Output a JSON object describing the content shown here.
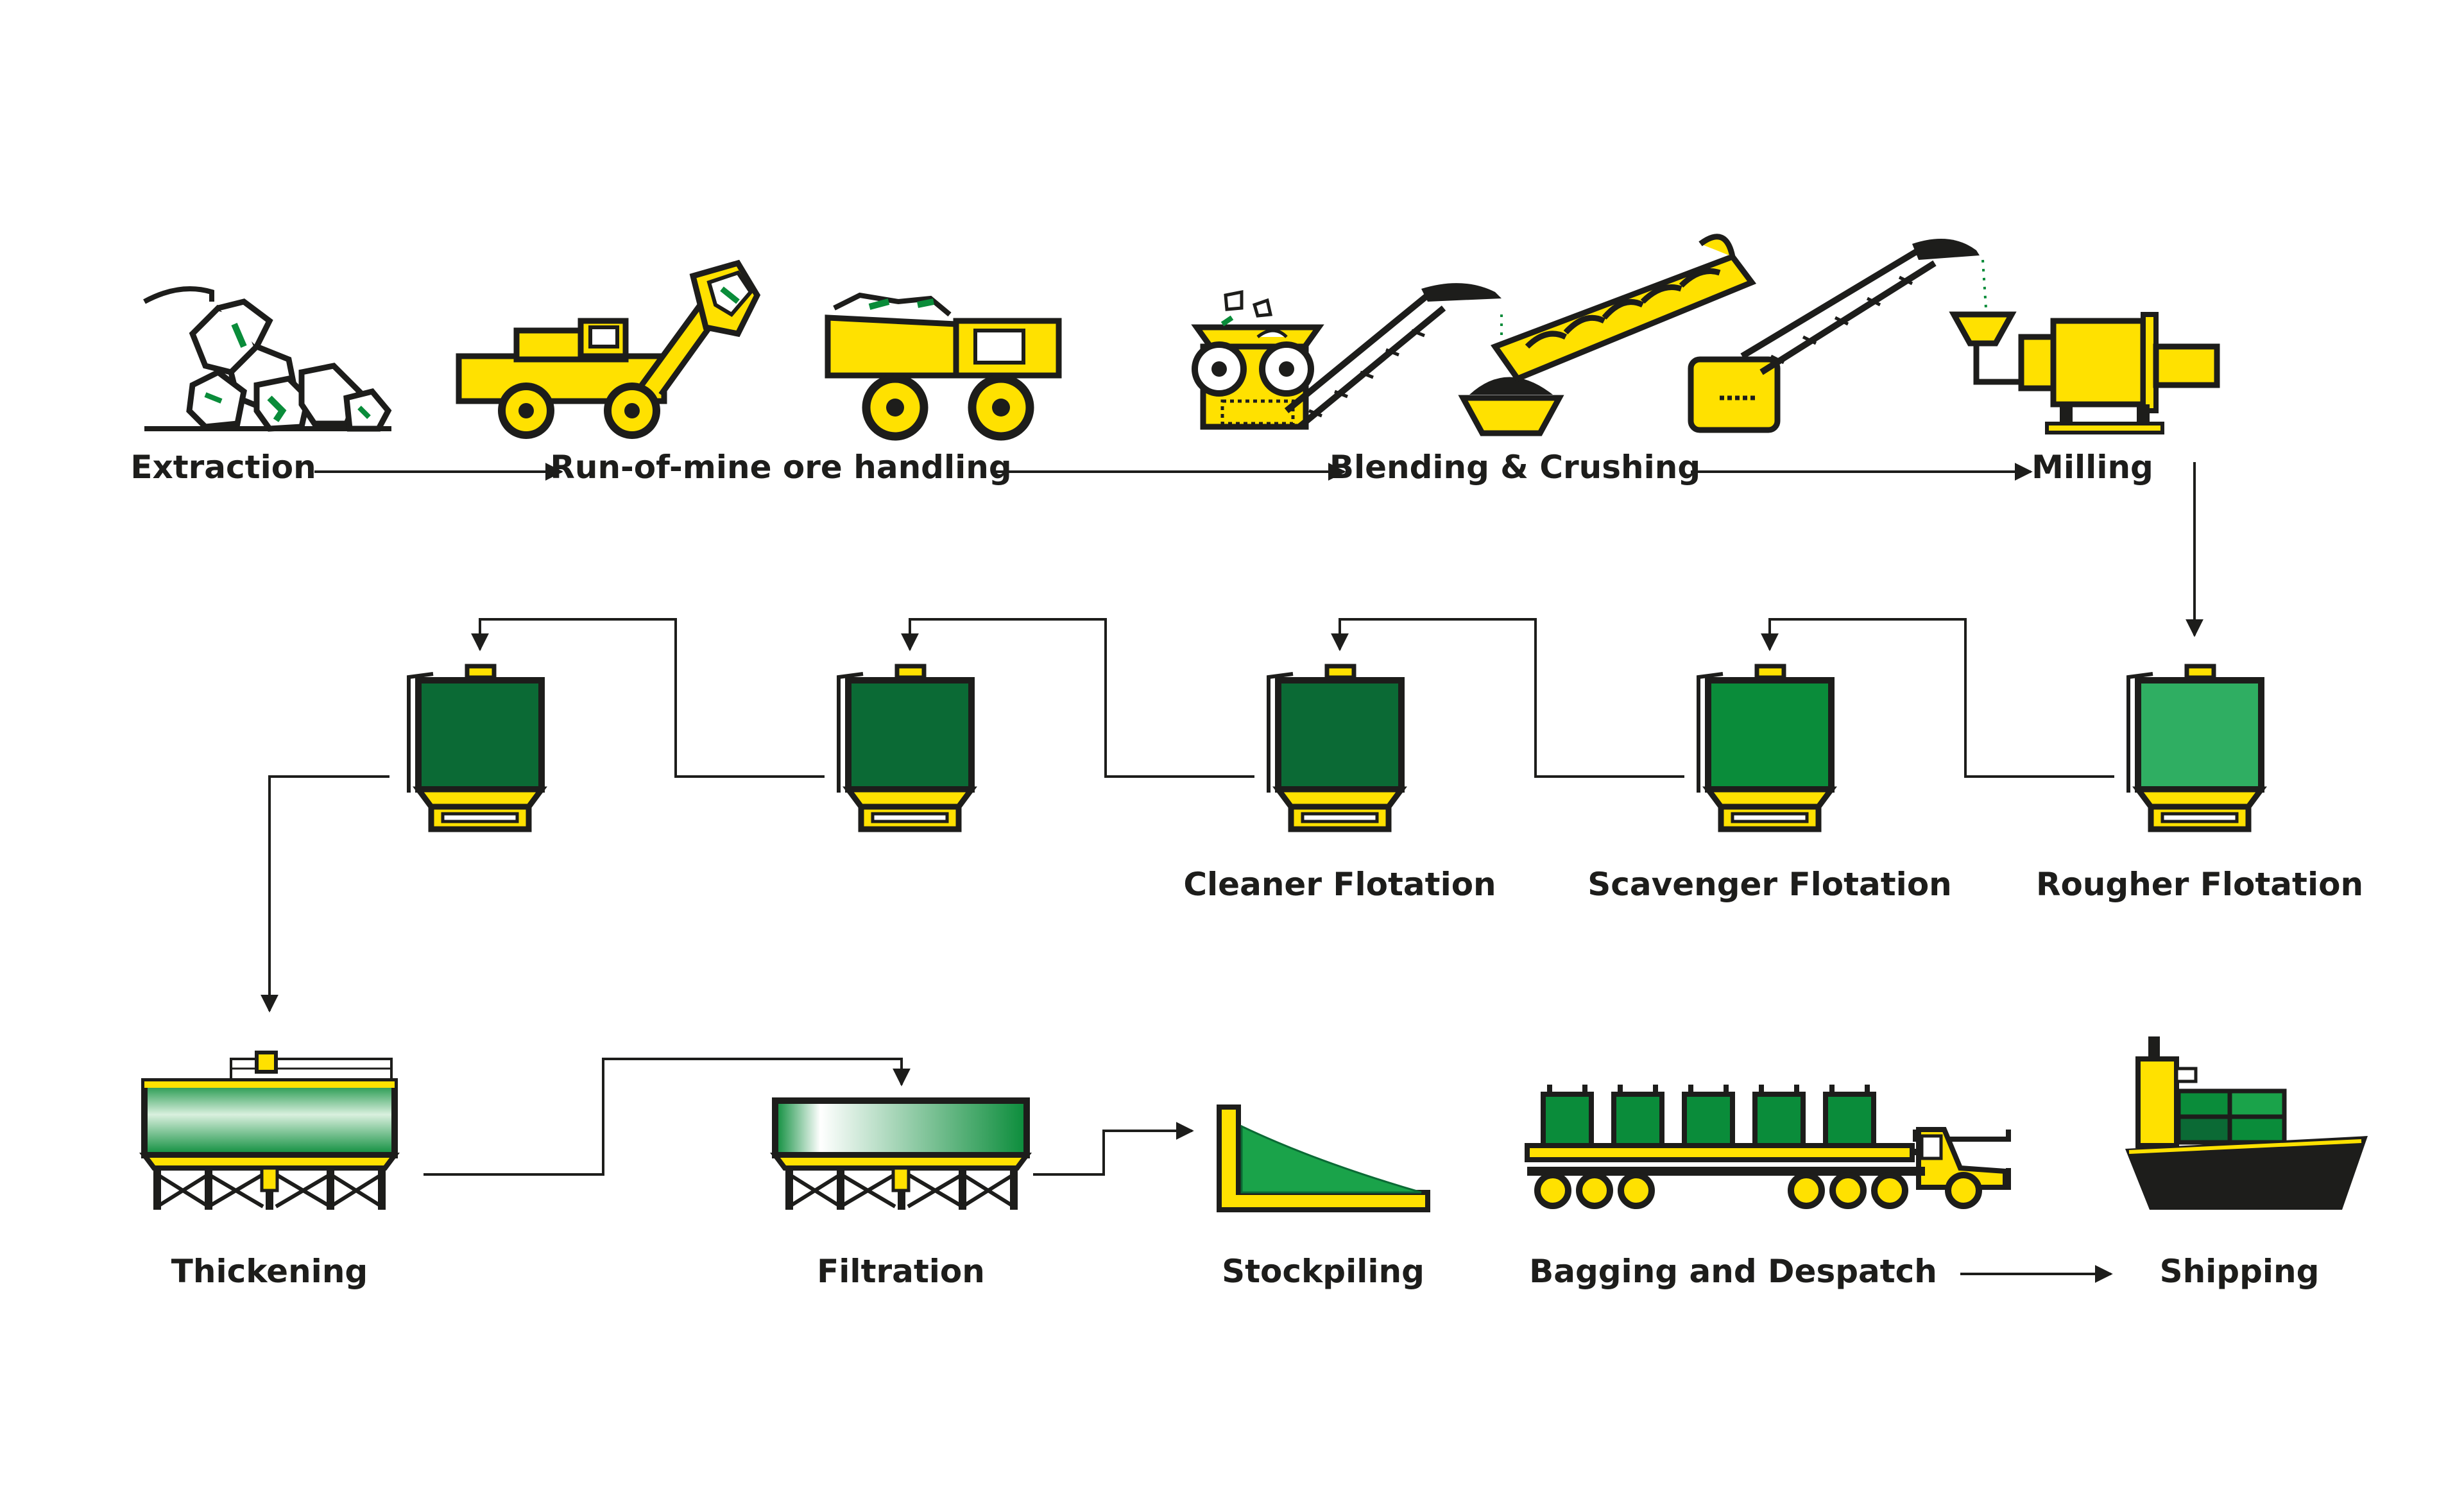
{
  "labels": {
    "extraction": "Extraction",
    "rom": "Run-of-mine ore handling",
    "blending": "Blending & Crushing",
    "milling": "Milling",
    "cleaner": "Cleaner Flotation",
    "scavenger": "Scavenger Flotation",
    "rougher": "Rougher Flotation",
    "thickening": "Thickening",
    "filtration": "Filtration",
    "stockpiling": "Stockpiling",
    "bagging": "Bagging and Despatch",
    "shipping": "Shipping"
  },
  "colors": {
    "yellow": "#ffe100",
    "outline": "#1d1d1b",
    "green_dark": "#0b6a35",
    "green_mid": "#0a8c3a",
    "green_light": "#2fae62",
    "green_bright": "#1aa34a"
  }
}
